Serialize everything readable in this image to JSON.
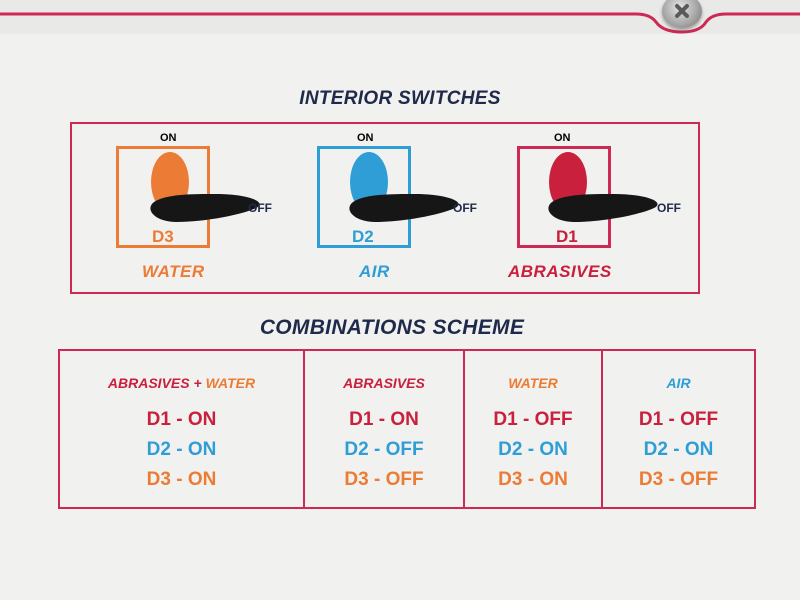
{
  "colors": {
    "d1": "#c8203d",
    "d2": "#2f9ed6",
    "d3": "#ec7c35",
    "border": "#cc2a55",
    "dark": "#1f2a4a",
    "lever": "#161616"
  },
  "interior_switches": {
    "title": "INTERIOR SWITCHES",
    "switches": [
      {
        "on": "ON",
        "off": "OFF",
        "code": "D3",
        "name": "WATER",
        "color": "#ec7c35",
        "state": "OFF"
      },
      {
        "on": "ON",
        "off": "OFF",
        "code": "D2",
        "name": "AIR",
        "color": "#2f9ed6",
        "state": "OFF"
      },
      {
        "on": "ON",
        "off": "OFF",
        "code": "D1",
        "name": "ABRASIVES",
        "color": "#c8203d",
        "state": "OFF"
      }
    ]
  },
  "combinations": {
    "title": "COMBINATIONS SCHEME",
    "columns": [
      {
        "header_parts": [
          {
            "text": "ABRASIVES",
            "color": "#c8203d"
          },
          {
            "text": " + ",
            "color": "#c8203d"
          },
          {
            "text": "WATER",
            "color": "#ec7c35"
          }
        ],
        "lines": [
          {
            "text": "D1 - ON",
            "color": "#c8203d"
          },
          {
            "text": "D2 - ON",
            "color": "#2f9ed6"
          },
          {
            "text": "D3 - ON",
            "color": "#ec7c35"
          }
        ]
      },
      {
        "header_parts": [
          {
            "text": "ABRASIVES",
            "color": "#c8203d"
          }
        ],
        "lines": [
          {
            "text": "D1 - ON",
            "color": "#c8203d"
          },
          {
            "text": "D2 - OFF",
            "color": "#2f9ed6"
          },
          {
            "text": "D3 - OFF",
            "color": "#ec7c35"
          }
        ]
      },
      {
        "header_parts": [
          {
            "text": "WATER",
            "color": "#ec7c35"
          }
        ],
        "lines": [
          {
            "text": "D1 - OFF",
            "color": "#c8203d"
          },
          {
            "text": "D2 - ON",
            "color": "#2f9ed6"
          },
          {
            "text": "D3 - ON",
            "color": "#ec7c35"
          }
        ]
      },
      {
        "header_parts": [
          {
            "text": "AIR",
            "color": "#2f9ed6"
          }
        ],
        "lines": [
          {
            "text": "D1 - OFF",
            "color": "#c8203d"
          },
          {
            "text": "D2 - ON",
            "color": "#2f9ed6"
          },
          {
            "text": "D3 - OFF",
            "color": "#ec7c35"
          }
        ]
      }
    ]
  }
}
